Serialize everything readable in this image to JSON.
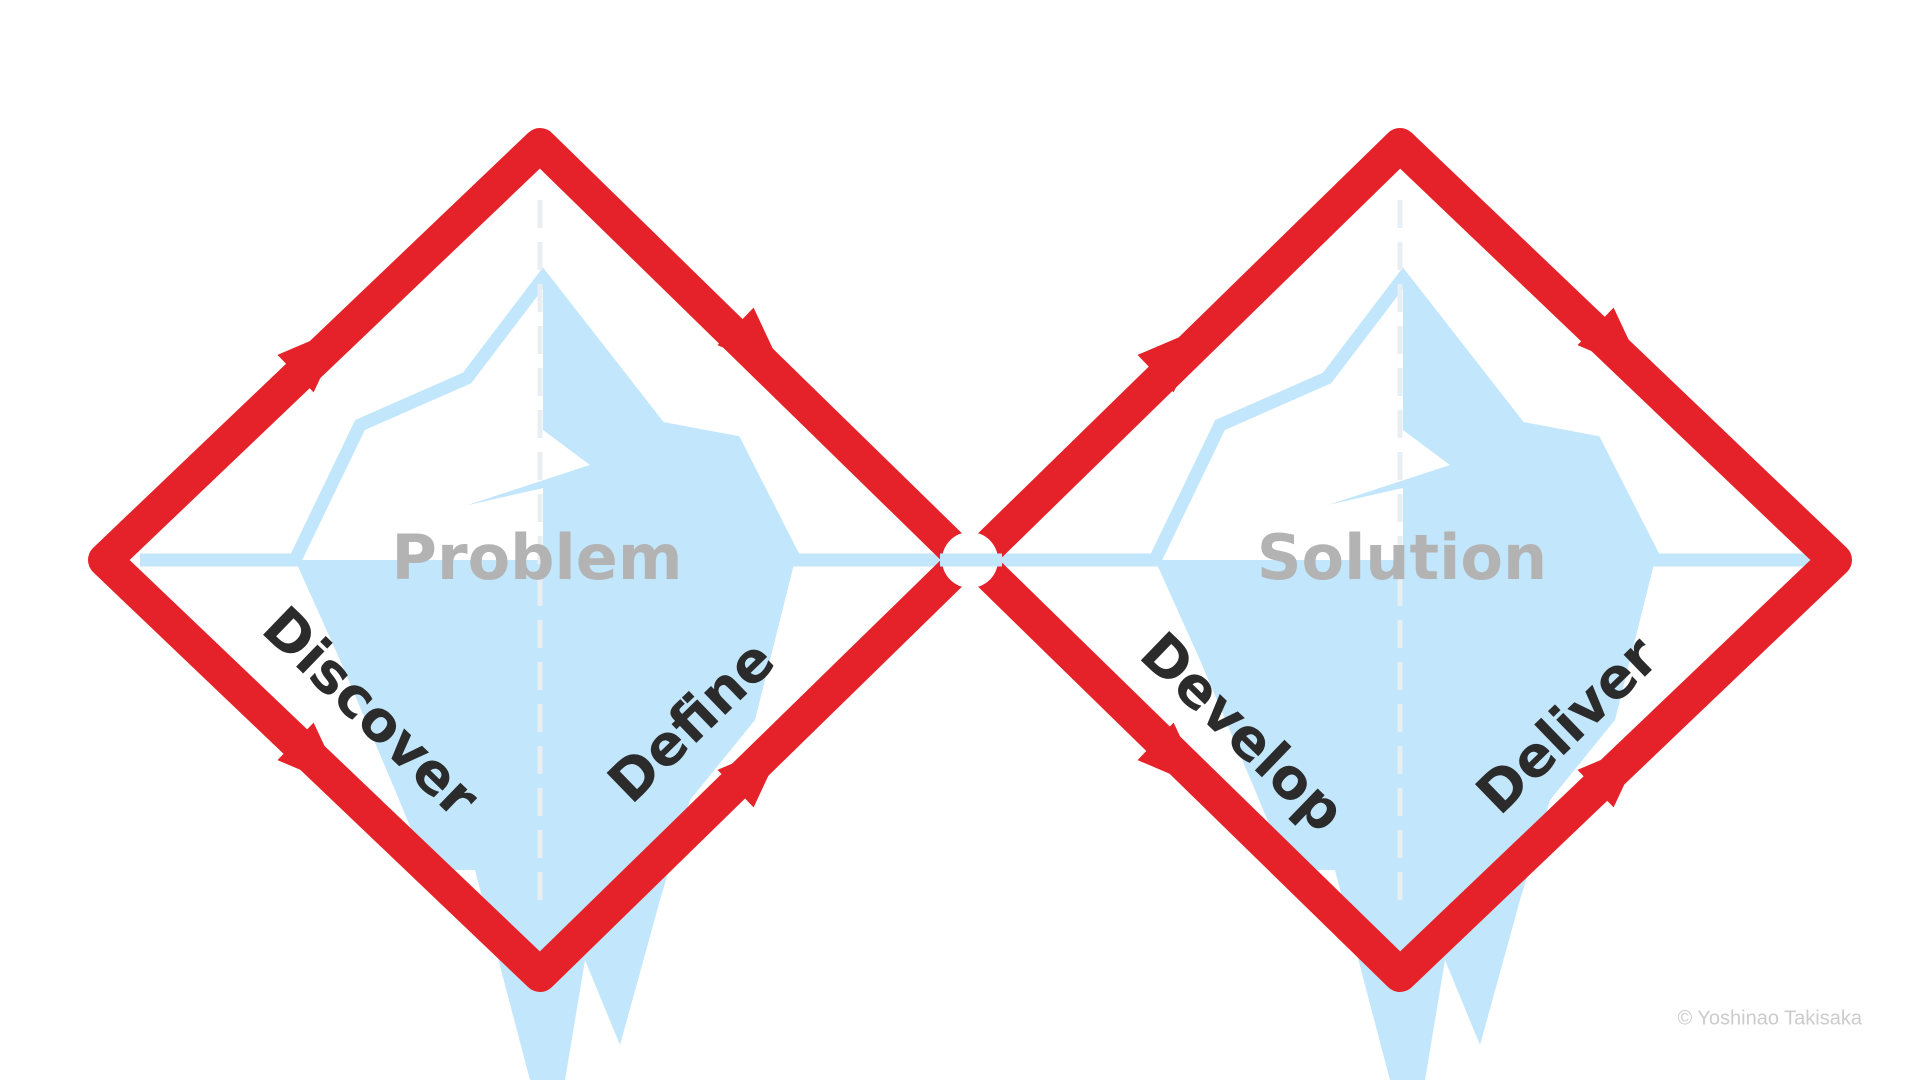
{
  "diagram": {
    "problem_label": "Problem",
    "solution_label": "Solution",
    "phases": {
      "discover": "Discover",
      "define": "Define",
      "develop": "Develop",
      "deliver": "Deliver"
    },
    "copyright": "© Yoshinao Takisaka"
  },
  "colors": {
    "diamond_stroke": "#e52229",
    "iceberg_fill": "#c2e6fb",
    "center_label": "#b3b3b3",
    "phase_label": "#2b2b2b",
    "dashed_axis": "#e8eef2",
    "copyright": "#cccccc"
  },
  "icons": {
    "direction": "arrowhead-icon",
    "iceberg": "iceberg-icon"
  }
}
